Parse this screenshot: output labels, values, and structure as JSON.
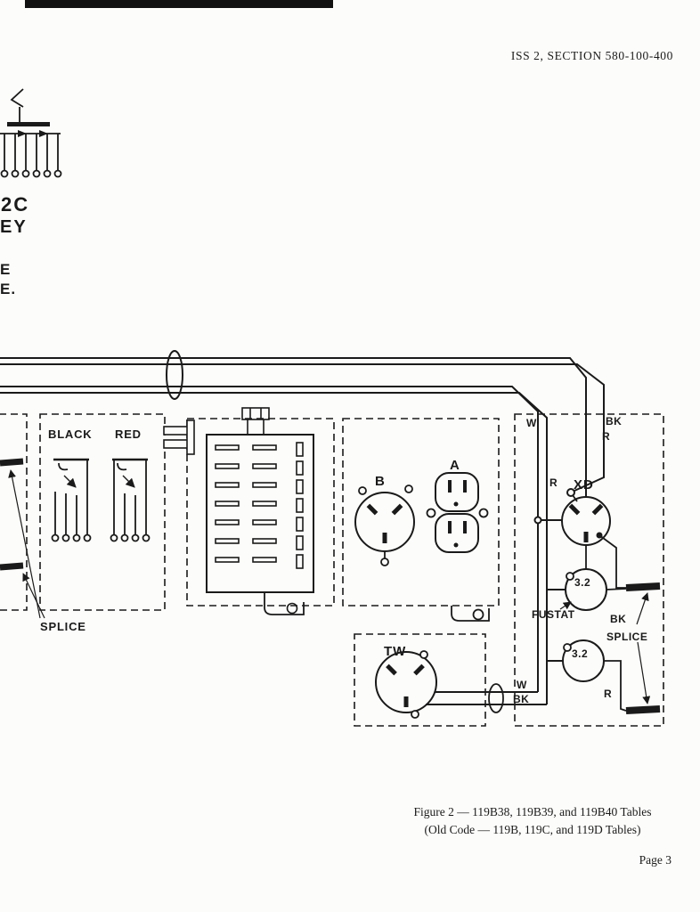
{
  "page": {
    "header": "ISS 2, SECTION 580-100-400",
    "caption_line1": "Figure 2 — 119B38, 119B39, and 119B40 Tables",
    "caption_line2": "(Old Code — 119B, 119C, and 119D Tables)",
    "page_number": "Page 3"
  },
  "diagram": {
    "partial_labels": {
      "l1": "2C",
      "l2": "EY",
      "l3": "E",
      "l4": "E."
    },
    "left_table": {
      "black": "BLACK",
      "red": "RED",
      "splice": "SPLICE"
    },
    "receptacles": {
      "b": "B",
      "a": "A",
      "tw": "TW",
      "xd": "XD"
    },
    "wires": {
      "w_top": "W",
      "bk_top": "BK",
      "r_top": "R",
      "r_xd": "R",
      "w_bottom": "W",
      "bk_bottom": "BK",
      "r_bottom": "R"
    },
    "fuses": {
      "fuse1": "3.2",
      "fuse2": "3.2",
      "fustat": "FUSTAT"
    },
    "splice_right": {
      "line1": "BK",
      "line2": "SPLICE"
    }
  }
}
